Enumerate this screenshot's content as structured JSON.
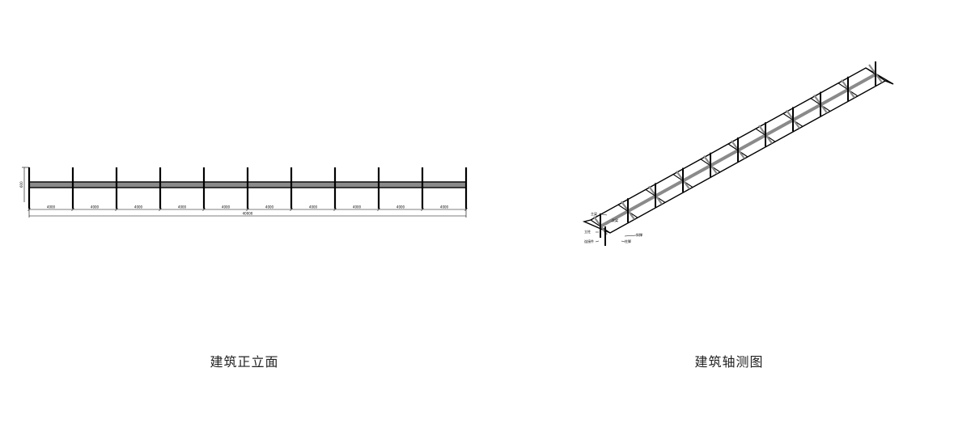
{
  "elevation": {
    "caption": "建筑正立面",
    "post_count": 11,
    "bay_count": 10,
    "bay_dimension_label": "4000",
    "total_dimension_label": "40000",
    "height_dimension_label": "600"
  },
  "axonometric": {
    "caption": "建筑轴测图",
    "bay_count": 10,
    "callouts": [
      "主梁",
      "次梁",
      "立柱",
      "斜撑",
      "连接件",
      "柱脚"
    ]
  },
  "colors": {
    "line": "#000000",
    "beam_gray": "#8a8a8a",
    "caption_text": "#222222"
  }
}
